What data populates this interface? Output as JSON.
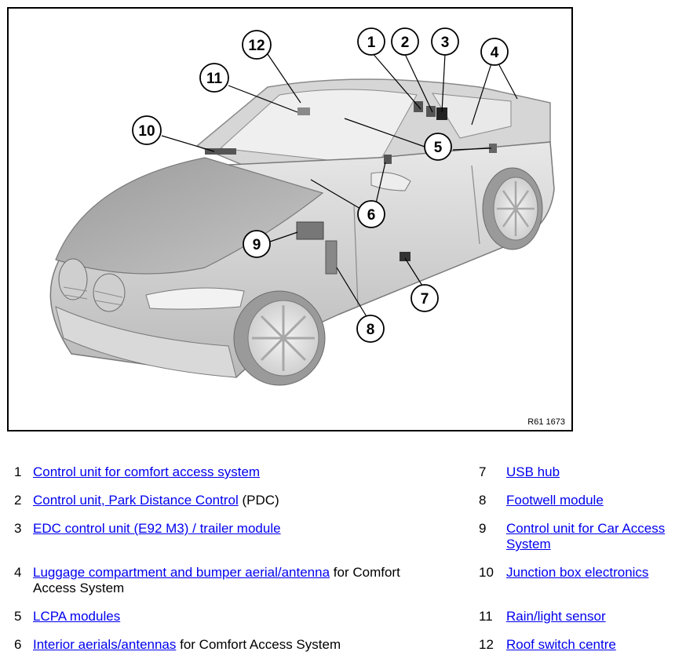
{
  "figure": {
    "reference_code": "R61 1673",
    "callouts": [
      "1",
      "2",
      "3",
      "4",
      "5",
      "6",
      "7",
      "8",
      "9",
      "10",
      "11",
      "12"
    ]
  },
  "legend": {
    "left": [
      {
        "num": "1",
        "link": "Control unit for comfort access system",
        "suffix": ""
      },
      {
        "num": "2",
        "link": "Control unit, Park Distance Control",
        "suffix": " (PDC)"
      },
      {
        "num": "3",
        "link": "EDC control unit (E92 M3) / trailer module",
        "suffix": ""
      },
      {
        "num": "4",
        "link": "Luggage compartment and bumper aerial/antenna",
        "suffix": " for Comfort Access System"
      },
      {
        "num": "5",
        "link": "LCPA modules",
        "suffix": ""
      },
      {
        "num": "6",
        "link": "Interior aerials/antennas",
        "suffix": " for Comfort Access System"
      }
    ],
    "right": [
      {
        "num": "7",
        "link": "USB hub",
        "suffix": ""
      },
      {
        "num": "8",
        "link": "Footwell module",
        "suffix": ""
      },
      {
        "num": "9",
        "link": "Control unit for Car Access System",
        "suffix": ""
      },
      {
        "num": "10",
        "link": "Junction box electronics",
        "suffix": ""
      },
      {
        "num": "11",
        "link": "Rain/light sensor",
        "suffix": ""
      },
      {
        "num": "12",
        "link": "Roof switch centre",
        "suffix": ""
      }
    ]
  }
}
